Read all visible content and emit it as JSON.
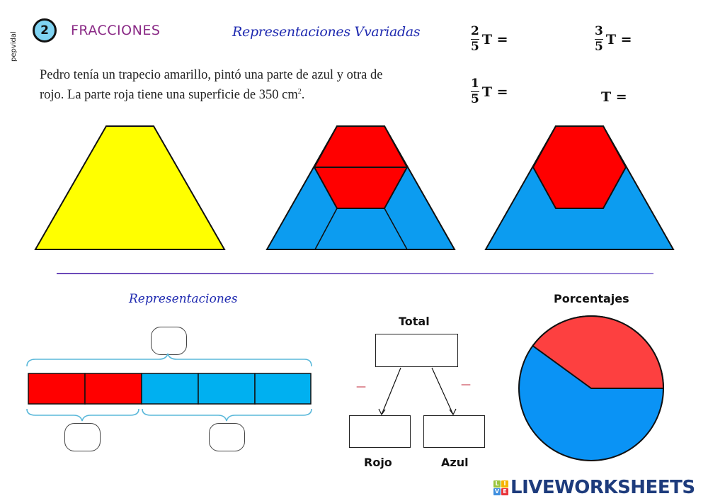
{
  "header": {
    "author": "pepvidal",
    "number": "2",
    "title": "FRACCIONES",
    "subtitle": "Representaciones Vvariadas"
  },
  "problem": {
    "text": "Pedro tenía un trapecio amarillo, pintó una parte de azul y otra de rojo. La parte roja tiene una superficie de 350 cm",
    "superscript": "2",
    "end": "."
  },
  "equations": [
    {
      "numerator": "2",
      "denominator": "5",
      "rest": "T =",
      "answer": ""
    },
    {
      "numerator": "3",
      "denominator": "5",
      "rest": "T =",
      "answer": ""
    },
    {
      "numerator": "1",
      "denominator": "5",
      "rest": "T =",
      "answer": ""
    },
    {
      "numerator": "",
      "denominator": "",
      "rest": "T =",
      "answer": ""
    }
  ],
  "shapes": {
    "colors": {
      "yellow": "#ffff00",
      "red": "#ff0000",
      "blue": "#0c9cf0",
      "outline": "#111111"
    },
    "figures": [
      "yellow-trapezoid",
      "divided-trapezoid",
      "hexagon-trapezoid"
    ]
  },
  "representations": {
    "title": "Representaciones",
    "bar": {
      "segments": [
        "red",
        "red",
        "blue",
        "blue",
        "blue"
      ],
      "colors": {
        "red": "#ff0000",
        "blue": "#00b0f0"
      },
      "total_answer": "",
      "red_answer": "",
      "blue_answer": ""
    }
  },
  "diagram": {
    "top_label": "Total",
    "left_label": "Rojo",
    "right_label": "Azul",
    "left_fraction": "",
    "right_fraction": "",
    "minus_sign": "—",
    "total_answer": "",
    "rojo_answer": "",
    "azul_answer": ""
  },
  "chart_data": {
    "type": "pie",
    "title": "Porcentajes",
    "categories": [
      "Rojo",
      "Azul"
    ],
    "values": [
      40,
      60
    ],
    "colors": [
      "#fd4040",
      "#0a93f5"
    ]
  },
  "footer": {
    "logo_letters": [
      "L",
      "I",
      "V",
      "E"
    ],
    "logo_colors": [
      "#9bc53d",
      "#f6b400",
      "#3e8ede",
      "#e8333a"
    ],
    "logo_text": "LIVEWORKSHEETS"
  }
}
